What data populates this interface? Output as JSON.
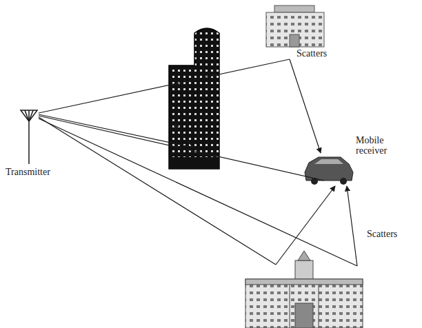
{
  "diagram": {
    "labels": [
      "Scatters",
      "Mobile receiver",
      "Transmitter",
      "Scatters"
    ]
  }
}
